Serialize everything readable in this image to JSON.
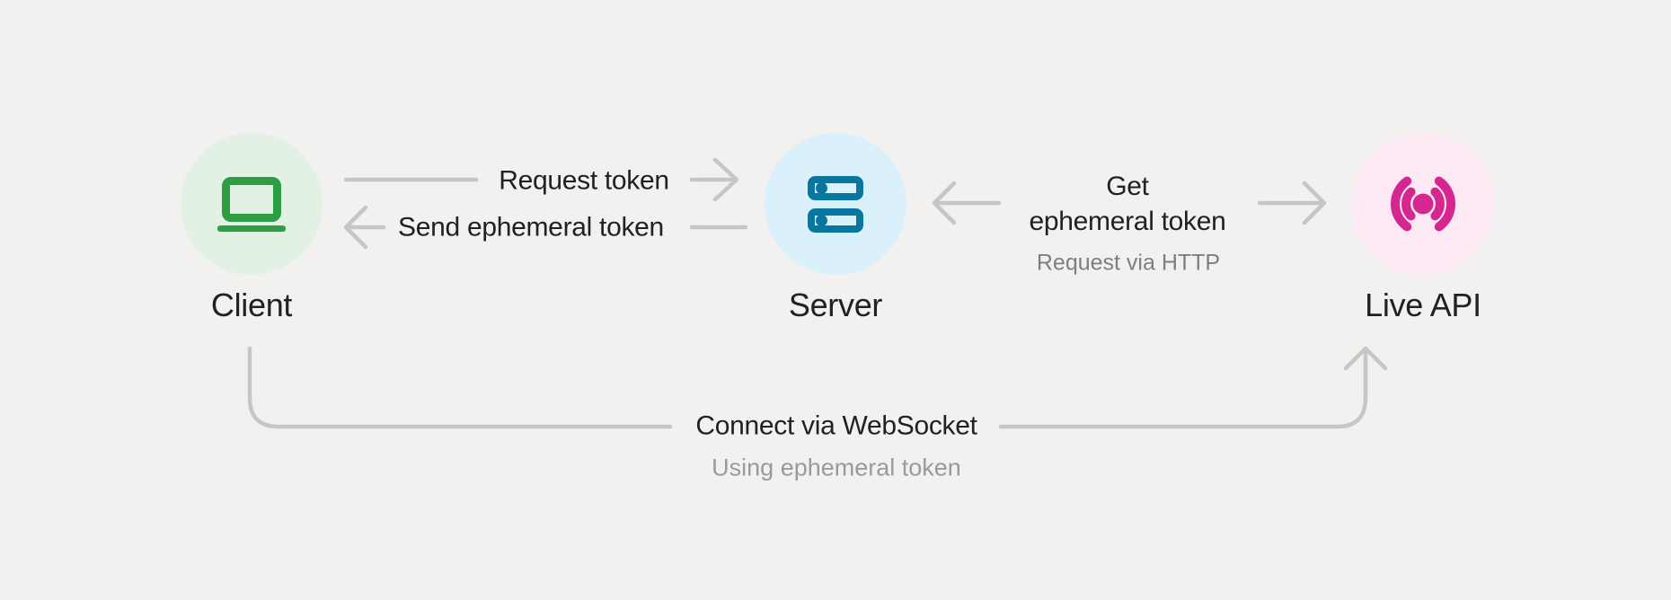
{
  "diagram": {
    "colors": {
      "background": "#f2f1ef",
      "arrow": "#c7c6c4",
      "text_primary": "#202124",
      "text_secondary": "#7e7f81",
      "text_tertiary": "#9a9a98",
      "client_icon": "#2e9e44",
      "client_bg": "#e3f1e4",
      "server_icon": "#0877a0",
      "server_bg": "#daf0fb",
      "live_icon": "#d5278f",
      "live_bg": "#fce9f4"
    },
    "nodes": [
      {
        "id": "client",
        "label": "Client",
        "icon": "laptop-icon"
      },
      {
        "id": "server",
        "label": "Server",
        "icon": "server-rack-icon"
      },
      {
        "id": "live_api",
        "label": "Live API",
        "icon": "live-broadcast-icon"
      }
    ],
    "edges": {
      "request_token": {
        "label": "Request token"
      },
      "send_ephemeral_token": {
        "label": "Send ephemeral token"
      },
      "get_ephemeral_token": {
        "label_line1": "Get",
        "label_line2": "ephemeral token",
        "sublabel": "Request via HTTP"
      },
      "connect_websocket": {
        "label": "Connect via WebSocket",
        "sublabel": "Using ephemeral token"
      }
    }
  }
}
